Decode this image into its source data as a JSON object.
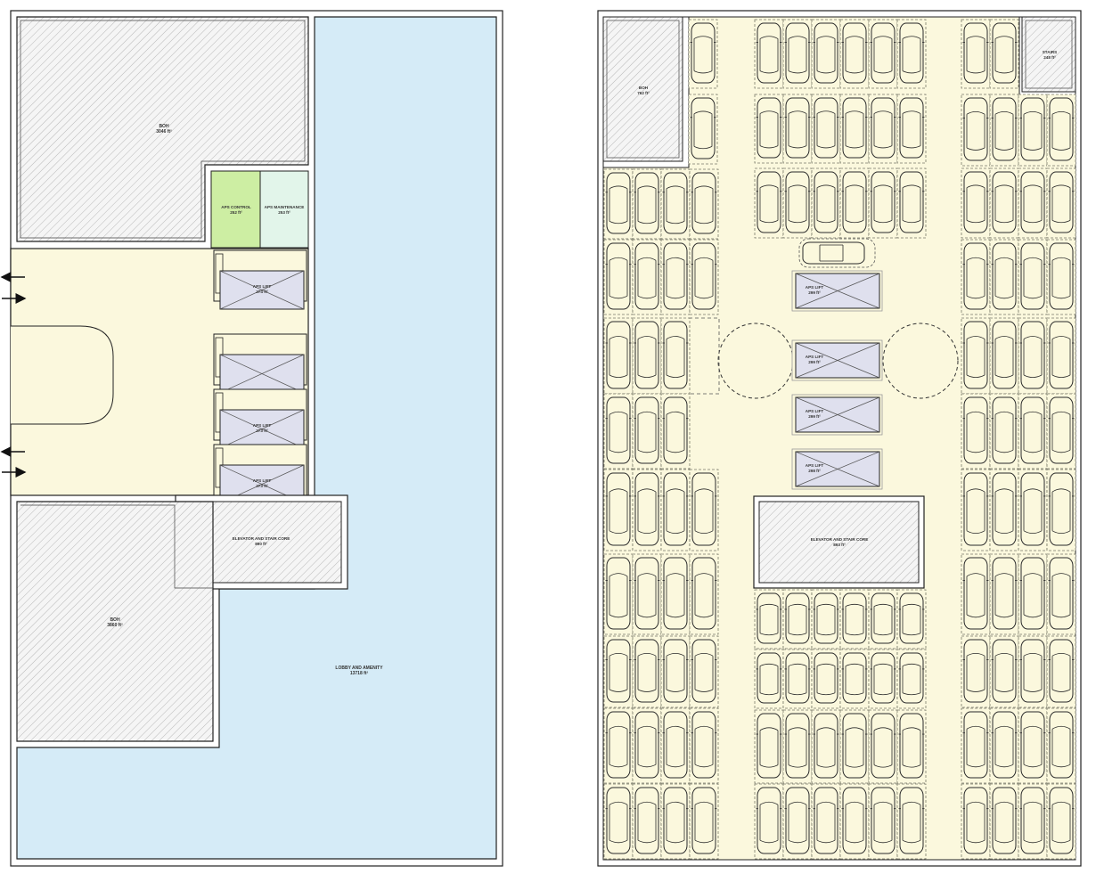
{
  "colors": {
    "lobby": "#d5ebf7",
    "drive": "#fbf8dd",
    "hatch_bg": "#f4f4f4",
    "aps_control": "#cdeea3",
    "aps_maintenance": "#e2f5ea",
    "lift": "#dfe0ee",
    "outline": "#222222"
  },
  "icons": [
    "arrow-out-icon",
    "arrow-in-icon",
    "car-icon",
    "lift-cross-icon"
  ],
  "ground_floor": {
    "boh_top": {
      "name": "BOH",
      "area": "3046 ft²"
    },
    "aps_control": {
      "name": "APS CONTROL",
      "area": "252 ft²"
    },
    "aps_maintenance": {
      "name": "APS MAINTENANCE",
      "area": "253 ft²"
    },
    "lifts": [
      {
        "name": "APS LIFT",
        "area": "274 ft²"
      },
      {
        "name": "",
        "area": ""
      },
      {
        "name": "APS LIFT",
        "area": "273 ft²"
      },
      {
        "name": "APS LIFT",
        "area": "273 ft²"
      }
    ],
    "elevator_core": {
      "name": "ELEVATOR AND STAIR CORE",
      "area": "890 ft²"
    },
    "boh_bottom": {
      "name": "BOH",
      "area": "3860 ft²"
    },
    "lobby": {
      "name": "LOBBY AND AMENITY",
      "area": "13718 ft²"
    }
  },
  "parking_floor": {
    "boh": {
      "name": "BOH",
      "area": "762 ft²"
    },
    "stairs": {
      "name": "STAIRS",
      "area": "248 ft²"
    },
    "lifts": [
      {
        "name": "APS LIFT",
        "area": "299 ft²"
      },
      {
        "name": "APS LIFT",
        "area": "299 ft²"
      },
      {
        "name": "APS LIFT",
        "area": "299 ft²"
      },
      {
        "name": "APS LIFT",
        "area": "298 ft²"
      }
    ],
    "elevator_core": {
      "name": "ELEVATOR AND STAIR CORE",
      "area": "893 ft²"
    }
  }
}
